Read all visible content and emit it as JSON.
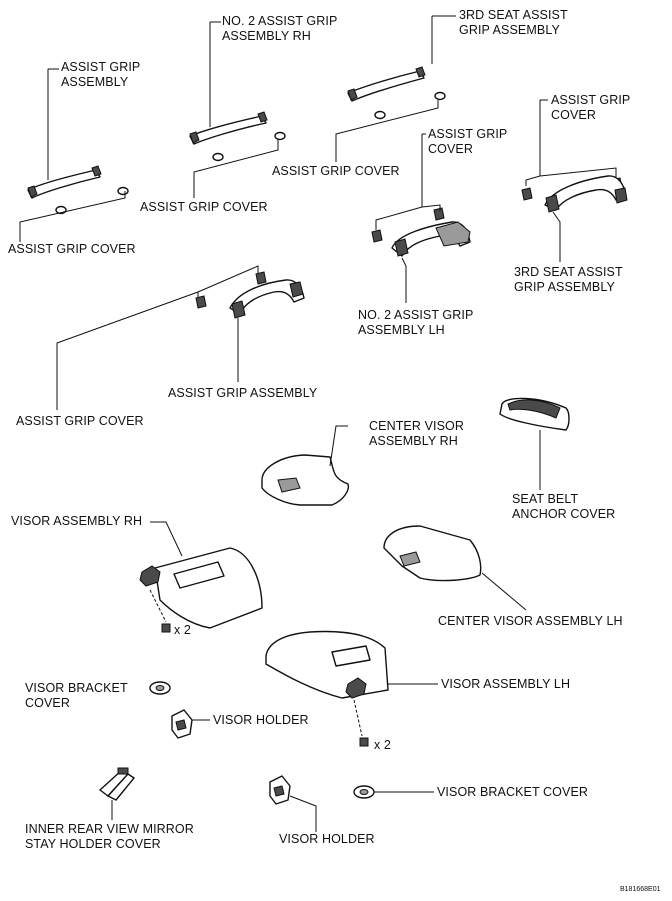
{
  "labels": {
    "assist_grip_assembly_top": "ASSIST GRIP\nASSEMBLY",
    "no2_assist_grip_rh": "NO. 2 ASSIST GRIP\nASSEMBLY RH",
    "third_seat_assist_grip_top": "3RD SEAT ASSIST\nGRIP ASSEMBLY",
    "assist_grip_cover_right_top": "ASSIST GRIP\nCOVER",
    "assist_grip_cover_middle": "ASSIST GRIP\nCOVER",
    "assist_grip_cover_3": "ASSIST GRIP COVER",
    "assist_grip_cover_2": "ASSIST GRIP COVER",
    "assist_grip_cover_1": "ASSIST GRIP COVER",
    "third_seat_assist_grip_right": "3RD SEAT ASSIST\nGRIP ASSEMBLY",
    "no2_assist_grip_lh": "NO. 2 ASSIST GRIP\nASSEMBLY LH",
    "assist_grip_assembly_bottom": "ASSIST GRIP ASSEMBLY",
    "assist_grip_cover_bottom": "ASSIST GRIP COVER",
    "center_visor_rh": "CENTER VISOR\nASSEMBLY RH",
    "seat_belt_anchor_cover": "SEAT BELT\nANCHOR COVER",
    "visor_assembly_rh": "VISOR ASSEMBLY RH",
    "x2_upper": "x 2",
    "center_visor_lh": "CENTER VISOR ASSEMBLY LH",
    "visor_assembly_lh": "VISOR ASSEMBLY LH",
    "visor_bracket_cover_left": "VISOR BRACKET\nCOVER",
    "visor_holder_left": "VISOR HOLDER",
    "x2_lower": "x 2",
    "visor_bracket_cover_right": "VISOR BRACKET COVER",
    "inner_mirror_cover": "INNER REAR VIEW MIRROR\nSTAY HOLDER COVER",
    "visor_holder_bottom": "VISOR HOLDER",
    "figure_code": "B181668E01"
  }
}
